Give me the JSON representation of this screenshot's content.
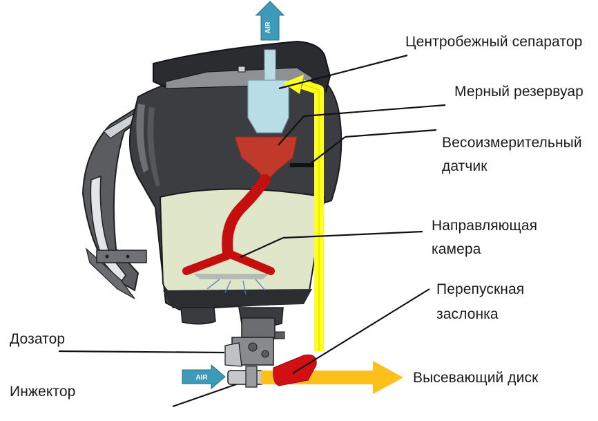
{
  "labels": {
    "separator": "Центробежный сепаратор",
    "tank": "Мерный резервуар",
    "sensor_line1": "Весоизмерительный",
    "sensor_line2": "датчик",
    "chamber_line1": "Направляющая",
    "chamber_line2": "камера",
    "valve_line1": "Перепускная",
    "valve_line2": "заслонка",
    "doser": "Дозатор",
    "injector": "Инжектор",
    "disc": "Высевающий диск"
  },
  "air_tags": {
    "top": "AIR",
    "left": "AIR"
  },
  "colors": {
    "body_dark": "#3c3d40",
    "body_mid": "#55575b",
    "panel_light": "#d9dcdf",
    "seed_fill": "#dfe6c9",
    "separator": "#b8dde4",
    "tank_red": "#c0392b",
    "guide_red": "#c40f0f",
    "yellow": "#ffff1a",
    "orange": "#ffbf1a",
    "air_tag": "#3d9ab8"
  }
}
